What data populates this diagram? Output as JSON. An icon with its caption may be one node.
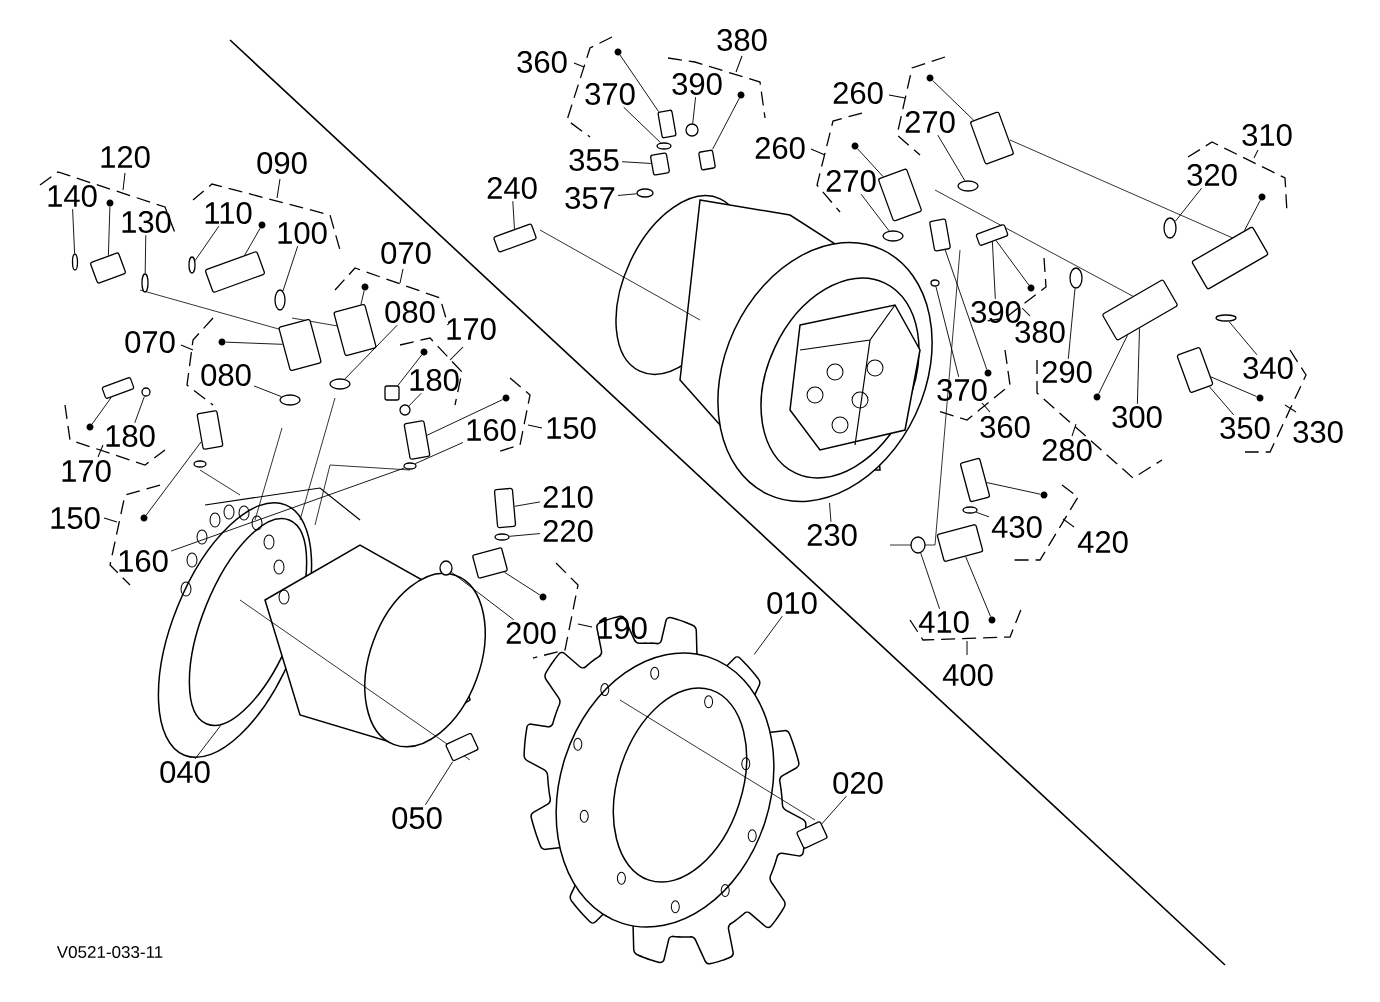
{
  "diagram": {
    "nodes": [
      {
        "text": [
          "390"
        ]
      },
      {
        "text": [
          "370"
        ]
      },
      {
        "text": [
          "270"
        ]
      },
      {
        "text": [
          "355"
        ]
      },
      {
        "text": [
          "270"
        ]
      },
      {
        "text": [
          "320"
        ]
      },
      {
        "text": [
          "240"
        ]
      },
      {
        "text": [
          "140"
        ]
      },
      {
        "text": [
          "357"
        ]
      },
      {
        "text": [
          "110"
        ]
      },
      {
        "text": [
          "130"
        ]
      },
      {
        "text": [
          "100"
        ]
      },
      {
        "text": [
          "080"
        ]
      },
      {
        "text": [
          "390"
        ]
      },
      {
        "text": [
          "290"
        ]
      },
      {
        "text": [
          "340"
        ]
      },
      {
        "text": [
          "080"
        ]
      },
      {
        "text": [
          "180"
        ]
      },
      {
        "text": [
          "370"
        ]
      },
      {
        "text": [
          "300"
        ]
      },
      {
        "text": [
          "350"
        ]
      },
      {
        "text": [
          "160"
        ]
      },
      {
        "text": [
          "180"
        ]
      },
      {
        "text": [
          "210"
        ]
      },
      {
        "text": [
          "430"
        ]
      },
      {
        "text": [
          "220"
        ]
      },
      {
        "text": [
          "230"
        ]
      },
      {
        "text": [
          "160"
        ]
      },
      {
        "text": [
          "010"
        ]
      },
      {
        "text": [
          "410"
        ]
      },
      {
        "text": [
          "200"
        ]
      },
      {
        "text": [
          "040"
        ]
      },
      {
        "text": [
          "020"
        ]
      },
      {
        "text": [
          "050"
        ]
      },
      {
        "text": [],
        "shape": "circle"
      },
      {
        "text": [],
        "shape": "circle"
      },
      {
        "text": [],
        "shape": "circle"
      },
      {
        "text": [],
        "shape": "box"
      },
      {
        "text": [],
        "shape": "circle"
      },
      {
        "text": [],
        "shape": "circle"
      },
      {
        "text": [],
        "shape": "box"
      },
      {
        "text": [],
        "shape": "circle"
      },
      {
        "text": [],
        "shape": "circle"
      },
      {
        "text": [],
        "shape": "circle"
      },
      {
        "text": [],
        "shape": "circle"
      },
      {
        "text": [],
        "shape": "circle"
      },
      {
        "text": [],
        "shape": "circle"
      },
      {
        "text": [],
        "shape": "box"
      },
      {
        "text": [],
        "shape": "circle"
      },
      {
        "text": [],
        "shape": "circle"
      },
      {
        "text": [],
        "shape": "circle"
      },
      {
        "text": [],
        "shape": "circle"
      },
      {
        "text": [],
        "shape": "circle"
      },
      {
        "text": [],
        "shape": "box"
      },
      {
        "text": [],
        "shape": "box"
      },
      {
        "text": [],
        "shape": "circle"
      },
      {
        "text": [],
        "shape": "circle"
      },
      {
        "text": [],
        "shape": "box"
      },
      {
        "text": [],
        "shape": "circle"
      },
      {
        "text": [],
        "shape": "circle"
      },
      {
        "text": [],
        "shape": "circle"
      },
      {
        "text": [],
        "shape": "circle"
      },
      {
        "text": [],
        "shape": "box"
      },
      {
        "text": [],
        "shape": "box"
      },
      {
        "text": [],
        "shape": "dot"
      },
      {
        "text": [],
        "shape": "dot"
      },
      {
        "text": [],
        "shape": "dot"
      },
      {
        "text": [],
        "shape": "dot"
      },
      {
        "text": [],
        "shape": "dot"
      },
      {
        "text": [],
        "shape": "dot"
      },
      {
        "text": [],
        "shape": "dot"
      },
      {
        "text": [],
        "shape": "dot"
      },
      {
        "text": [],
        "shape": "dot"
      },
      {
        "text": [],
        "shape": "dot"
      },
      {
        "text": [],
        "shape": "dot"
      },
      {
        "text": [],
        "shape": "dot"
      },
      {
        "text": [],
        "shape": "dot"
      },
      {
        "text": [],
        "shape": "dot"
      },
      {
        "text": [],
        "shape": "dot"
      },
      {
        "text": [],
        "shape": "dot"
      },
      {
        "text": [],
        "shape": "dot"
      },
      {
        "text": [],
        "shape": "dot"
      },
      {
        "text": [],
        "shape": "dot"
      },
      {
        "text": [],
        "shape": "dot"
      },
      {
        "text": [],
        "shape": "box"
      },
      {
        "text": [],
        "shape": "box"
      },
      {
        "text": [],
        "shape": "box"
      },
      {
        "text": [],
        "shape": "box"
      },
      {
        "text": [],
        "shape": "box"
      },
      {
        "text": [],
        "shape": "box"
      },
      {
        "text": [],
        "shape": "box"
      },
      {
        "text": [],
        "shape": "box"
      },
      {
        "text": [],
        "shape": "box"
      },
      {
        "text": [],
        "shape": "box"
      },
      {
        "text": [],
        "shape": "box"
      },
      {
        "text": [],
        "shape": "box"
      },
      {
        "text": [],
        "shape": "box"
      },
      {
        "text": [],
        "shape": "box"
      },
      {
        "text": [],
        "shape": "box"
      },
      {
        "text": [],
        "shape": "box"
      },
      {
        "text": [],
        "shape": "box"
      }
    ],
    "edges": [
      {
        "from": 0,
        "to": 34,
        "arrow": "none"
      },
      {
        "from": 1,
        "to": 35,
        "arrow": "none"
      },
      {
        "from": 2,
        "to": 36,
        "arrow": "none"
      },
      {
        "from": 3,
        "to": 37,
        "arrow": "none"
      },
      {
        "from": 4,
        "to": 38,
        "arrow": "none"
      },
      {
        "from": 5,
        "to": 39,
        "arrow": "none"
      },
      {
        "from": 6,
        "to": 40,
        "arrow": "none"
      },
      {
        "from": 7,
        "to": 41,
        "arrow": "none"
      },
      {
        "from": 8,
        "to": 42,
        "arrow": "none"
      },
      {
        "from": 9,
        "to": 43,
        "arrow": "none"
      },
      {
        "from": 10,
        "to": 44,
        "arrow": "none"
      },
      {
        "from": 11,
        "to": 45,
        "arrow": "none"
      },
      {
        "from": 12,
        "to": 46,
        "arrow": "none"
      },
      {
        "from": 13,
        "to": 47,
        "arrow": "none"
      },
      {
        "from": 14,
        "to": 48,
        "arrow": "none"
      },
      {
        "from": 15,
        "to": 49,
        "arrow": "none"
      },
      {
        "from": 16,
        "to": 50,
        "arrow": "none"
      },
      {
        "from": 17,
        "to": 51,
        "arrow": "none"
      },
      {
        "from": 18,
        "to": 52,
        "arrow": "none"
      },
      {
        "from": 19,
        "to": 53,
        "arrow": "none"
      },
      {
        "from": 20,
        "to": 54,
        "arrow": "none"
      },
      {
        "from": 21,
        "to": 55,
        "arrow": "none"
      },
      {
        "from": 22,
        "to": 56,
        "arrow": "none"
      },
      {
        "from": 23,
        "to": 57,
        "arrow": "none"
      },
      {
        "from": 24,
        "to": 58,
        "arrow": "none"
      },
      {
        "from": 25,
        "to": 59,
        "arrow": "none"
      },
      {
        "from": 26,
        "to": null,
        "arrow": "none"
      },
      {
        "from": 27,
        "to": 55,
        "arrow": "none"
      },
      {
        "from": 28,
        "to": null,
        "arrow": "none"
      },
      {
        "from": 29,
        "to": 61,
        "arrow": "none"
      },
      {
        "from": 30,
        "to": 60,
        "arrow": "none"
      },
      {
        "from": 31,
        "to": null,
        "arrow": "none"
      },
      {
        "from": 32,
        "to": 63,
        "arrow": "none"
      },
      {
        "from": 33,
        "to": 62,
        "arrow": "none"
      },
      {
        "from": 64,
        "to": 84,
        "arrow": "none"
      },
      {
        "from": 65,
        "to": 85,
        "arrow": "none"
      },
      {
        "from": 66,
        "to": 86,
        "arrow": "none"
      },
      {
        "from": 67,
        "to": 87,
        "arrow": "none"
      },
      {
        "from": 68,
        "to": 88,
        "arrow": "none"
      },
      {
        "from": 69,
        "to": 89,
        "arrow": "none"
      },
      {
        "from": 70,
        "to": 90,
        "arrow": "none"
      },
      {
        "from": 71,
        "to": 91,
        "arrow": "none"
      },
      {
        "from": 72,
        "to": 92,
        "arrow": "none"
      },
      {
        "from": 73,
        "to": 93,
        "arrow": "none"
      },
      {
        "from": 74,
        "to": 94,
        "arrow": "none"
      },
      {
        "from": 75,
        "to": 95,
        "arrow": "none"
      },
      {
        "from": 76,
        "to": 96,
        "arrow": "none"
      },
      {
        "from": 77,
        "to": 47,
        "arrow": "none"
      },
      {
        "from": 78,
        "to": 97,
        "arrow": "none"
      },
      {
        "from": 79,
        "to": 53,
        "arrow": "none"
      },
      {
        "from": 80,
        "to": 54,
        "arrow": "none"
      },
      {
        "from": 81,
        "to": 98,
        "arrow": "none"
      },
      {
        "from": 82,
        "to": 99,
        "arrow": "none"
      },
      {
        "from": 83,
        "to": 100,
        "arrow": "none"
      }
    ],
    "labels": [
      "380",
      "360",
      "260",
      "260",
      "310",
      "120",
      "090",
      "070",
      "380",
      "070",
      "170",
      "150",
      "360",
      "330",
      "280",
      "170",
      "150",
      "420",
      "190",
      "400",
      "V0521-033-11"
    ]
  }
}
